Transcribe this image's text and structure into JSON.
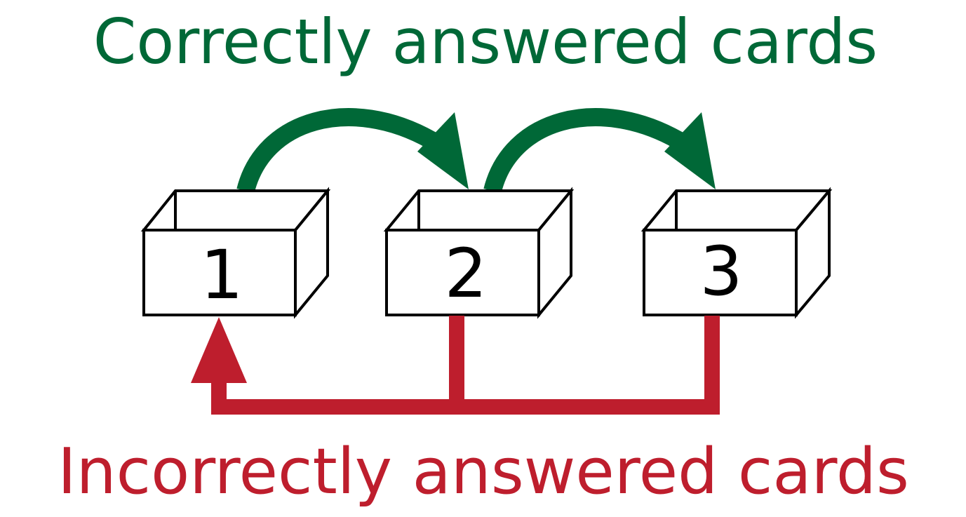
{
  "colors": {
    "correct": "#006837",
    "incorrect": "#be1e2d",
    "box_stroke": "#000000",
    "box_fill": "#ffffff",
    "number": "#000000"
  },
  "top_label": "Correctly answered cards",
  "bottom_label": "Incorrectly answered cards",
  "boxes": [
    {
      "number": "1"
    },
    {
      "number": "2"
    },
    {
      "number": "3"
    }
  ],
  "arrows": {
    "correct": [
      "box 1 → box 2",
      "box 2 → box 3"
    ],
    "incorrect": [
      "box 2 → box 1",
      "box 3 → box 1"
    ]
  }
}
